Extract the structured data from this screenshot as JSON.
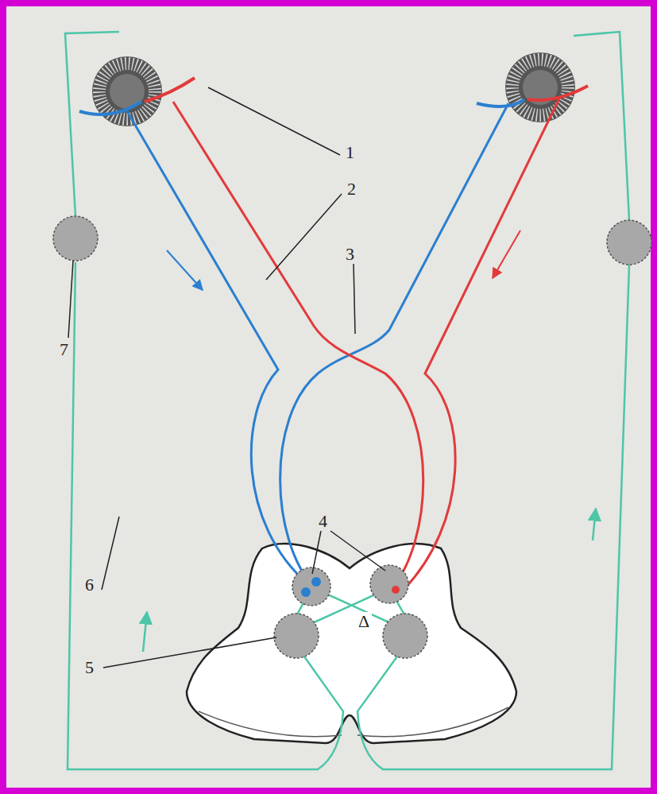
{
  "diagram": {
    "labels": [
      "1",
      "2",
      "3",
      "4",
      "5",
      "6",
      "7",
      "Δ"
    ]
  }
}
